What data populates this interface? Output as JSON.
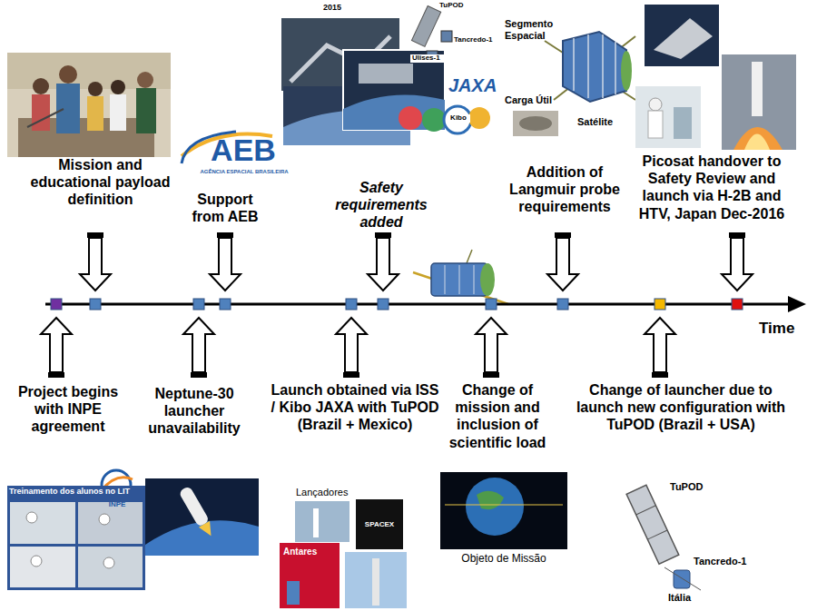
{
  "diagram": {
    "labels": [
      "Mission and educational payload definition",
      "Support from AEB",
      "Safety requirements added",
      "Addition of Langmuir probe requirements",
      "Picosat handover to Safety Review and launch via H-2B and HTV, Japan Dec-2016",
      "Time",
      "Project begins with INPE agreement",
      "Neptune-30 launcher unavailability",
      "Launch obtained via ISS / Kibo JAXA with TuPOD (Brazil + Mexico)",
      "Change of mission and inclusion of scientific load",
      "Change of launcher due to launch new configuration with TuPOD (Brazil + USA)",
      "AEB",
      "AGÊNCIA ESPACIAL BRASILEIRA",
      "2015",
      "TuPOD",
      "Tancredo-1",
      "Ulises-1",
      "JAXA",
      "Kibo",
      "Segmento Espacial",
      "Carga Útil",
      "Satélite",
      "INPE",
      "Treinamento dos alunos no LIT",
      "Lançadores",
      "Antares",
      "SPACEX",
      "Objeto de Missão",
      "TuPOD",
      "Tancredo-1",
      "Itália"
    ]
  }
}
